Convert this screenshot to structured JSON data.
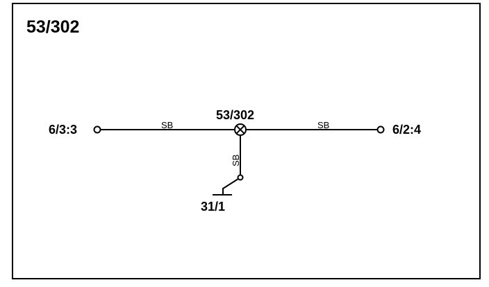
{
  "diagram": {
    "title": "53/302",
    "splice": {
      "label": "53/302"
    },
    "connectors": {
      "left": {
        "label": "6/3:3"
      },
      "right": {
        "label": "6/2:4"
      }
    },
    "wires": {
      "left": {
        "color_code": "SB"
      },
      "right": {
        "color_code": "SB"
      },
      "down": {
        "color_code": "SB"
      }
    },
    "ground": {
      "label": "31/1"
    }
  },
  "colors": {
    "line": "#000000",
    "background": "#ffffff"
  }
}
